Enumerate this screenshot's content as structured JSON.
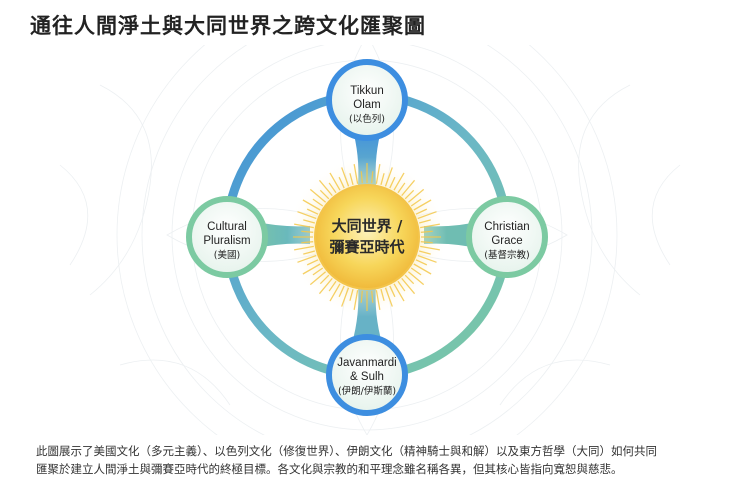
{
  "title": "通往人間淨土與大同世界之跨文化匯聚圖",
  "center": {
    "line1": "大同世界 /",
    "line2": "彌賽亞時代"
  },
  "nodes": {
    "top": {
      "line1": "Tikkun",
      "line2": "Olam",
      "sub": "(以色列)"
    },
    "right": {
      "line1": "Christian",
      "line2": "Grace",
      "sub": "(基督宗教)"
    },
    "bottom": {
      "line1": "Javanmardi",
      "line2": "& Sulh",
      "sub": "(伊朗/伊斯蘭)"
    },
    "left": {
      "line1": "Cultural",
      "line2": "Pluralism",
      "sub": "(美國)"
    }
  },
  "caption": {
    "line1": "此圖展示了美國文化（多元主義）、以色列文化（修復世界）、伊朗文化（精神騎士與和解）以及東方哲學（大同）如何共同",
    "line2": "匯聚於建立人間淨土與彌賽亞時代的終極目標。各文化與宗教的和平理念雖名稱各異，但其核心皆指向寬恕與慈悲。"
  },
  "colors": {
    "ring": "#5aa6cf",
    "spoke": "#4f9fcb",
    "node_fill": "#e9f5ec",
    "node_ring_blue": "#3f8fe0",
    "node_ring_green": "#6cc28e",
    "sun_core": "#f6cf4a",
    "sun_glow": "#fbe79a"
  }
}
